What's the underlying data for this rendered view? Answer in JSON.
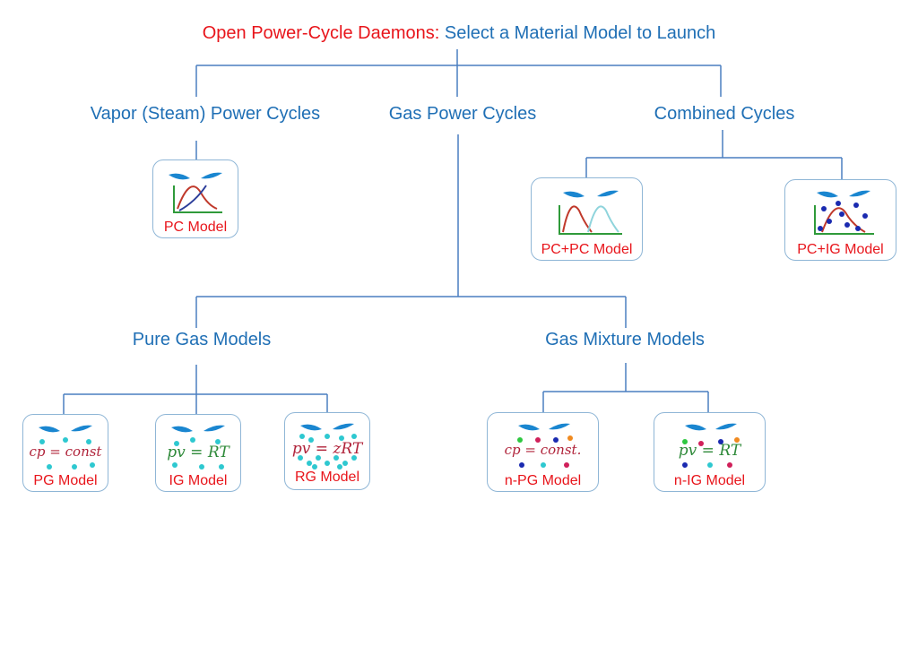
{
  "title": {
    "prefix": "Open Power-Cycle Daemons:",
    "main": "Select a Material Model to Launch"
  },
  "categories": {
    "vapor": "Vapor (Steam) Power Cycles",
    "gas": "Gas Power Cycles",
    "combined": "Combined Cycles",
    "pure_gas": "Pure Gas Models",
    "gas_mixture": "Gas Mixture Models"
  },
  "models": {
    "pc": "PC Model",
    "pc_pc": "PC+PC Model",
    "pc_ig": "PC+IG Model",
    "pg": "PG Model",
    "ig": "IG Model",
    "rg": "RG Model",
    "npg": "n-PG Model",
    "nig": "n-IG Model"
  },
  "formulas": {
    "pg": "cp = const",
    "ig": "pv = RT",
    "rg": "pv = zRT",
    "npg": "cp = const.",
    "nig": "pv = RT"
  },
  "colors": {
    "title_prefix": "#e8151b",
    "title_main": "#1f6fb5",
    "category": "#1f6fb5",
    "model_label": "#e8151b",
    "connector": "#4a7fc0",
    "card_border": "#8fb6d6",
    "blade": "#1a86d0",
    "particle": "#2ec8d0"
  },
  "icons": {
    "card_top": "turbine-blades-icon",
    "pc": "vapor-dome-chart-icon",
    "pc_pc": "double-dome-chart-icon",
    "pc_ig": "dome-with-particles-icon",
    "gas": "gas-particles-icon"
  }
}
